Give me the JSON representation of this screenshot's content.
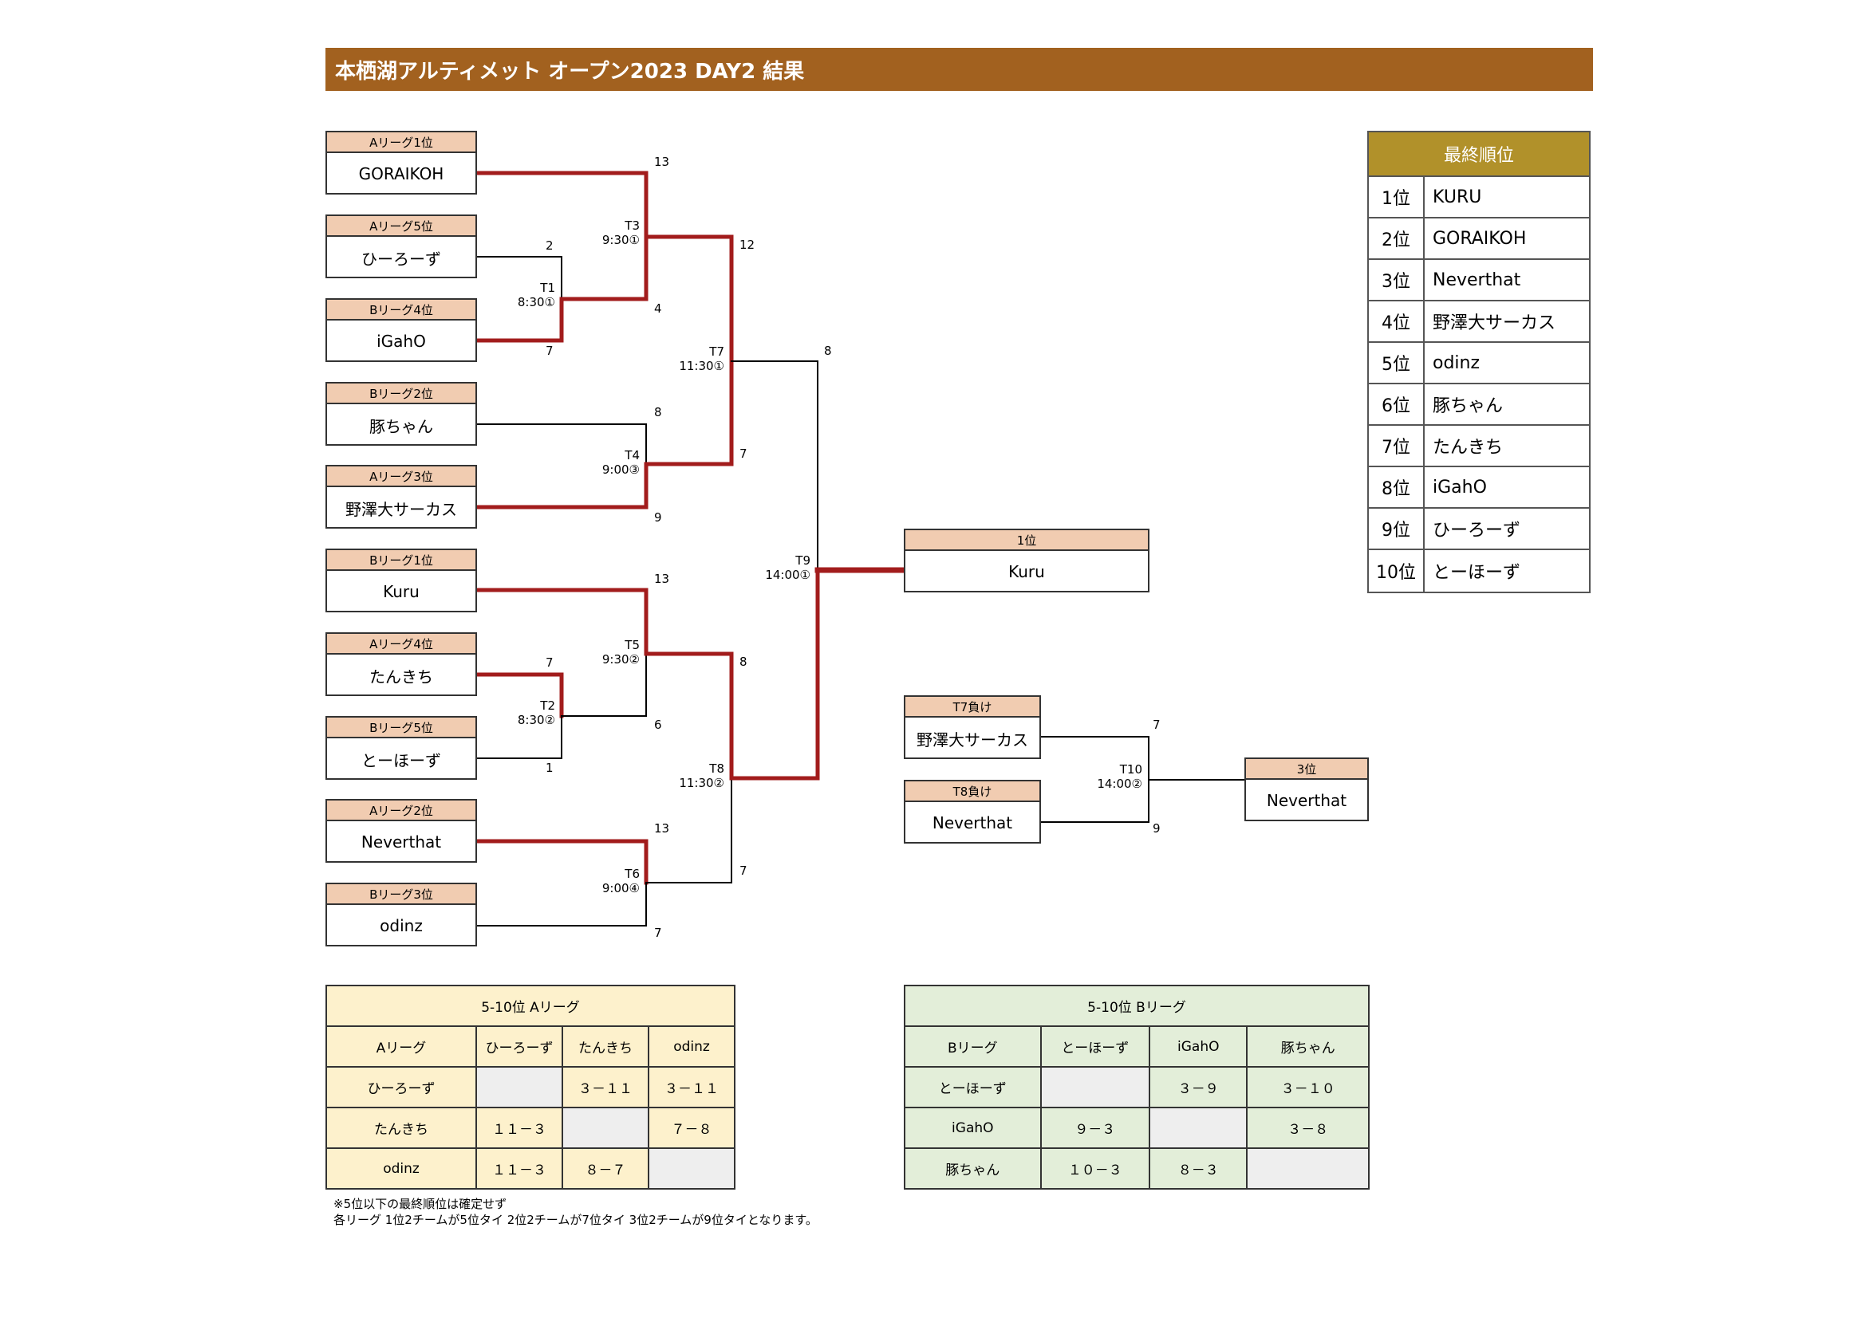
{
  "title": "本栖湖アルティメット オープン2023 DAY2 結果",
  "teams": [
    {
      "seed": "Aリーグ1位",
      "name": "GORAIKOH"
    },
    {
      "seed": "Aリーグ5位",
      "name": "ひーろーず"
    },
    {
      "seed": "Bリーグ4位",
      "name": "iGahO"
    },
    {
      "seed": "Bリーグ2位",
      "name": "豚ちゃん"
    },
    {
      "seed": "Aリーグ3位",
      "name": "野澤大サーカス"
    },
    {
      "seed": "Bリーグ1位",
      "name": "Kuru"
    },
    {
      "seed": "Aリーグ4位",
      "name": "たんきち"
    },
    {
      "seed": "Bリーグ5位",
      "name": "とーほーず"
    },
    {
      "seed": "Aリーグ2位",
      "name": "Neverthat"
    },
    {
      "seed": "Bリーグ3位",
      "name": "odinz"
    }
  ],
  "games": [
    {
      "id": "T1",
      "time": "8:30①"
    },
    {
      "id": "T2",
      "time": "8:30②"
    },
    {
      "id": "T3",
      "time": "9:30①"
    },
    {
      "id": "T4",
      "time": "9:00③"
    },
    {
      "id": "T5",
      "time": "9:30②"
    },
    {
      "id": "T6",
      "time": "9:00④"
    },
    {
      "id": "T7",
      "time": "11:30①"
    },
    {
      "id": "T8",
      "time": "11:30②"
    },
    {
      "id": "T9",
      "time": "14:00①"
    },
    {
      "id": "T10",
      "time": "14:00②"
    }
  ],
  "scores": {
    "t3_top": "13",
    "t1_top": "2",
    "t1_bot": "7",
    "t3_bot": "4",
    "t7_top": "12",
    "t9_top": "8",
    "t4_top": "8",
    "t7_bot": "7",
    "t4_bot": "9",
    "t5_top": "13",
    "t2_top": "7",
    "t5_bot": "6",
    "t2_bot": "1",
    "t8_top": "8",
    "t6_top": "13",
    "t8_bot": "7",
    "t6_bot": "7",
    "t10_top": "7",
    "t10_bot": "9"
  },
  "champion": {
    "label": "1位",
    "name": "Kuru"
  },
  "third_place_match": {
    "t7_loser": {
      "label": "T7負け",
      "name": "野澤大サーカス"
    },
    "t8_loser": {
      "label": "T8負け",
      "name": "Neverthat"
    },
    "winner": {
      "label": "3位",
      "name": "Neverthat"
    }
  },
  "final_standings": {
    "header": "最終順位",
    "rows": [
      {
        "rank": "1位",
        "team": "KURU"
      },
      {
        "rank": "2位",
        "team": "GORAIKOH"
      },
      {
        "rank": "3位",
        "team": "Neverthat"
      },
      {
        "rank": "4位",
        "team": "野澤大サーカス"
      },
      {
        "rank": "5位",
        "team": "odinz"
      },
      {
        "rank": "6位",
        "team": "豚ちゃん"
      },
      {
        "rank": "7位",
        "team": "たんきち"
      },
      {
        "rank": "8位",
        "team": "iGahO"
      },
      {
        "rank": "9位",
        "team": "ひーろーず"
      },
      {
        "rank": "10位",
        "team": "とーほーず"
      }
    ]
  },
  "league_a": {
    "title": "5-10位 Aリーグ",
    "corner": "Aリーグ",
    "columns": [
      "ひーろーず",
      "たんきち",
      "odinz"
    ],
    "rows": [
      {
        "team": "ひーろーず",
        "cells": [
          "",
          "３－１１",
          "３－１１"
        ]
      },
      {
        "team": "たんきち",
        "cells": [
          "１１－３",
          "",
          "７－８"
        ]
      },
      {
        "team": "odinz",
        "cells": [
          "１１－３",
          "８－７",
          ""
        ]
      }
    ],
    "bg": "#fdf1cc"
  },
  "league_b": {
    "title": "5-10位 Bリーグ",
    "corner": "Bリーグ",
    "columns": [
      "とーほーず",
      "iGahO",
      "豚ちゃん"
    ],
    "rows": [
      {
        "team": "とーほーず",
        "cells": [
          "",
          "３－９",
          "３－１０"
        ]
      },
      {
        "team": "iGahO",
        "cells": [
          "９－３",
          "",
          "３－８"
        ]
      },
      {
        "team": "豚ちゃん",
        "cells": [
          "１０－３",
          "８－３",
          ""
        ]
      }
    ],
    "bg": "#e3eed9"
  },
  "notes": [
    "※5位以下の最終順位は確定せず",
    "各リーグ 1位2チームが5位タイ 2位2チームが7位タイ 3位2チームが9位タイとなります。"
  ],
  "colors": {
    "winner_line": "#a21c1c",
    "loser_line": "#000000",
    "header": "#a2611f",
    "seed_bg": "#f1ccb1",
    "final_header": "#b1912a"
  }
}
